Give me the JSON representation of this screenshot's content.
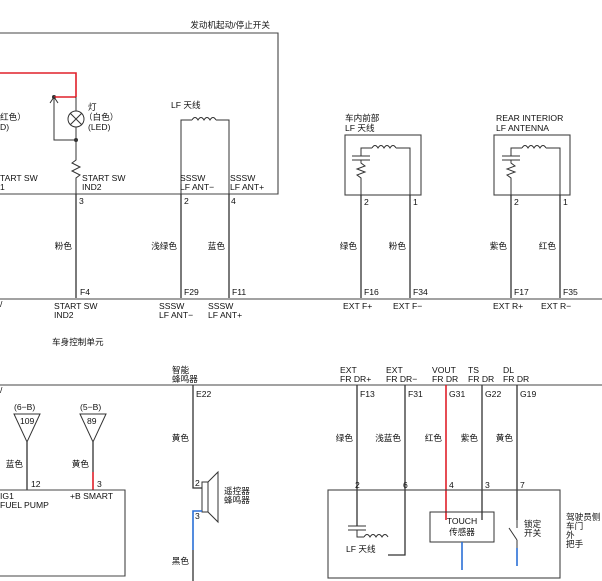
{
  "colors": {
    "red_wire": "#e0202a",
    "blue_wire": "#2a6fd6",
    "wire": "#333333",
    "text": "#111111"
  },
  "top_module": {
    "title": "发动机起动/停止开关",
    "left_partial": {
      "line1": "红色）",
      "line2": "D)",
      "sw1": "TART SW",
      "sw2": "1"
    },
    "lamp": {
      "title": "灯",
      "color1": "（白色）",
      "color2": "(LED)"
    },
    "start_sw": {
      "label1": "START SW",
      "label2": "IND2",
      "pin": "3"
    },
    "lf_antenna": {
      "title": "LF 天线",
      "lbl_minus_1": "SSSW",
      "lbl_minus_2": "LF ANT−",
      "lbl_plus_1": "SSSW",
      "lbl_plus_2": "LF ANT+",
      "pin_minus": "2",
      "pin_plus": "4"
    }
  },
  "front_interior": {
    "title1": "车内前部",
    "title2": "LF 天线",
    "pin_left": "2",
    "pin_right": "1"
  },
  "rear_interior": {
    "title1": "REAR INTERIOR",
    "title2": "LF ANTENNA",
    "pin_left": "2",
    "pin_right": "1"
  },
  "wires_top": [
    {
      "color": "粉色",
      "conn": "F4",
      "name1": "START SW",
      "name2": "IND2"
    },
    {
      "color": "浅绿色",
      "conn": "F29",
      "name1": "SSSW",
      "name2": "LF ANT−"
    },
    {
      "color": "蓝色",
      "conn": "F11",
      "name1": "SSSW",
      "name2": "LF ANT+"
    },
    {
      "color": "绿色",
      "conn": "F16",
      "name1": "EXT F+"
    },
    {
      "color": "粉色",
      "conn": "F34",
      "name1": "EXT F−"
    },
    {
      "color": "紫色",
      "conn": "F17",
      "name1": "EXT R+"
    },
    {
      "color": "红色",
      "conn": "F35",
      "name1": "EXT R−"
    }
  ],
  "body_control": {
    "title": "车身控制单元"
  },
  "buzzer_conn": {
    "name1": "智能",
    "name2": "蜂鸣器",
    "conn": "E22"
  },
  "junctions": [
    {
      "group": "(6−B)",
      "num": "109"
    },
    {
      "group": "(5−B)",
      "num": "89"
    }
  ],
  "lower_left_wires": [
    {
      "color": "蓝色",
      "pin": "12",
      "name1": "IG1",
      "name2": "FUEL PUMP"
    },
    {
      "color": "黄色",
      "pin": "3",
      "name1": "+B SMART"
    }
  ],
  "buzzer": {
    "wire_color": "黄色",
    "pin_top": "2",
    "pin_bottom": "3",
    "label1": "遥控器",
    "label2": "蜂鸣器",
    "ground_color": "黑色"
  },
  "bottom_conns": [
    {
      "name1": "EXT",
      "name2": "FR DR+",
      "conn": "F13",
      "color": "绿色",
      "pin": "2"
    },
    {
      "name1": "EXT",
      "name2": "FR DR−",
      "conn": "F31",
      "color": "浅蓝色",
      "pin": "6"
    },
    {
      "name1": "VOUT",
      "name2": "FR DR",
      "conn": "G31",
      "color": "红色",
      "pin": "4"
    },
    {
      "name1": "TS",
      "name2": "FR DR",
      "conn": "G22",
      "color": "紫色",
      "pin": "3"
    },
    {
      "name1": "DL",
      "name2": "FR DR",
      "conn": "G19",
      "color": "黄色",
      "pin": "7"
    }
  ],
  "door_handle": {
    "lf_antenna": "LF 天线",
    "touch1": "TOUCH",
    "touch2": "传感器",
    "lock1": "锁定",
    "lock2": "开关",
    "side1": "驾驶员侧",
    "side2": "车门",
    "side3": "外",
    "side4": "把手"
  }
}
